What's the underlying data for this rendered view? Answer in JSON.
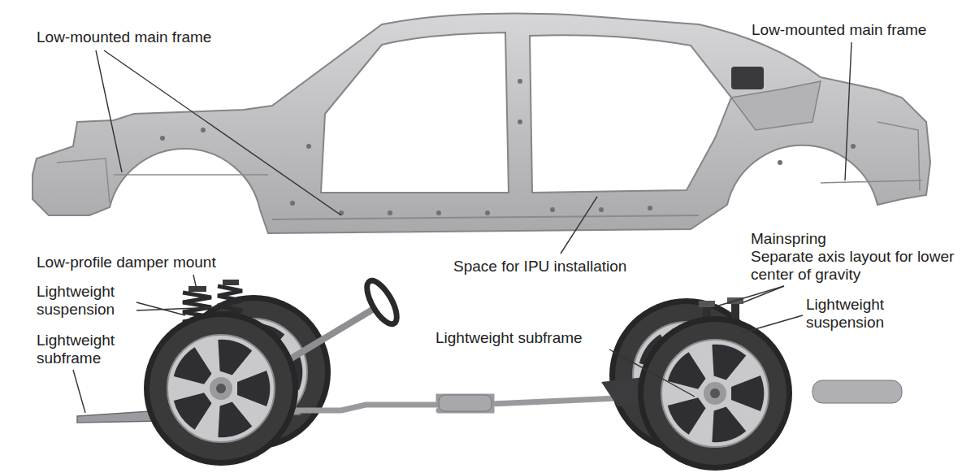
{
  "diagram": {
    "labels": [
      "Low-mounted main frame",
      "Low-mounted main frame",
      "Space for IPU installation",
      "Mainspring",
      "Separate axis layout for lower center of gravity",
      "Low-profile damper mount",
      "Lightweight suspension",
      "Lightweight suspension",
      "Lightweight subframe",
      "Lightweight subframe"
    ]
  }
}
